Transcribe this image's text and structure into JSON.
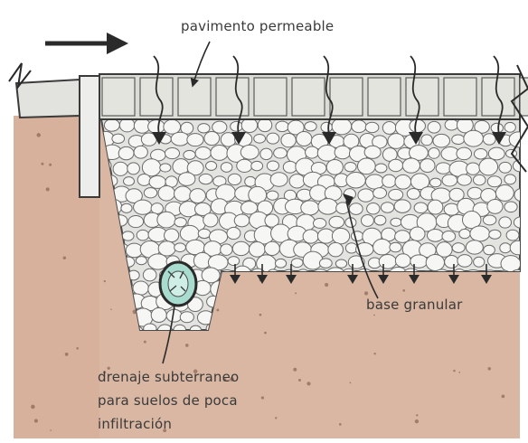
{
  "labels": {
    "pavement": "pavimento permeable",
    "granular_base": "base granular",
    "drain_line1": "drenaje subterraneo",
    "drain_line2": "para suelos de poca",
    "drain_line3": "infiltración"
  },
  "colors": {
    "soil": "#d9b7a3",
    "soil_dark": "#c79c86",
    "paver": "#dcdcd6",
    "gravel": "#ececec",
    "ink": "#2a2a2a"
  },
  "icons": [
    "flow-arrow-icon",
    "rain-infiltration-arrow-icon",
    "drain-pipe-icon",
    "break-line-icon"
  ]
}
